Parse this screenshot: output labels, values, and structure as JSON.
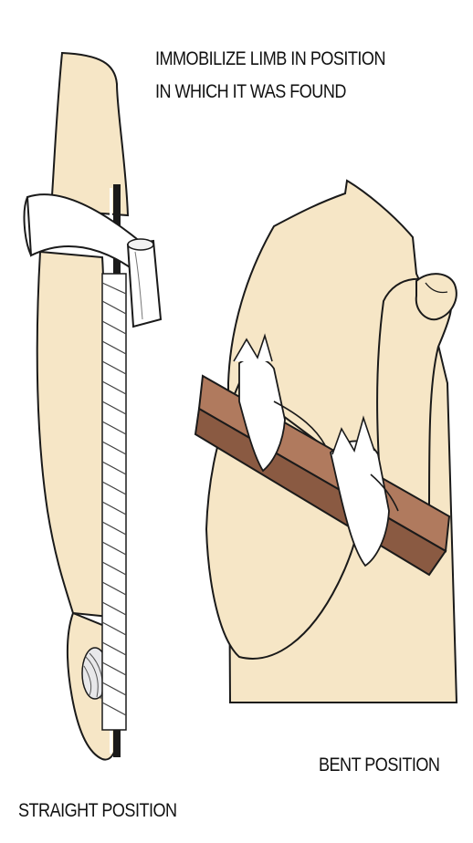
{
  "title": {
    "line1": "IMMOBILIZE LIMB IN POSITION",
    "line2": "IN WHICH IT WAS FOUND"
  },
  "panels": {
    "straight": {
      "caption": "STRAIGHT POSITION"
    },
    "bent": {
      "caption": "BENT POSITION"
    }
  },
  "colors": {
    "skin": "#f6e6c6",
    "outline": "#1a1a1a",
    "splint_board": "#b07a5e",
    "splint_board_edge": "#8a5a42",
    "bandage": "#ffffff",
    "splint_rod": "#1a1a1a",
    "background": "#ffffff"
  },
  "icons": {
    "straight_splint": "straight-arm-splint-illustration",
    "bent_splint": "bent-arm-splint-illustration"
  }
}
